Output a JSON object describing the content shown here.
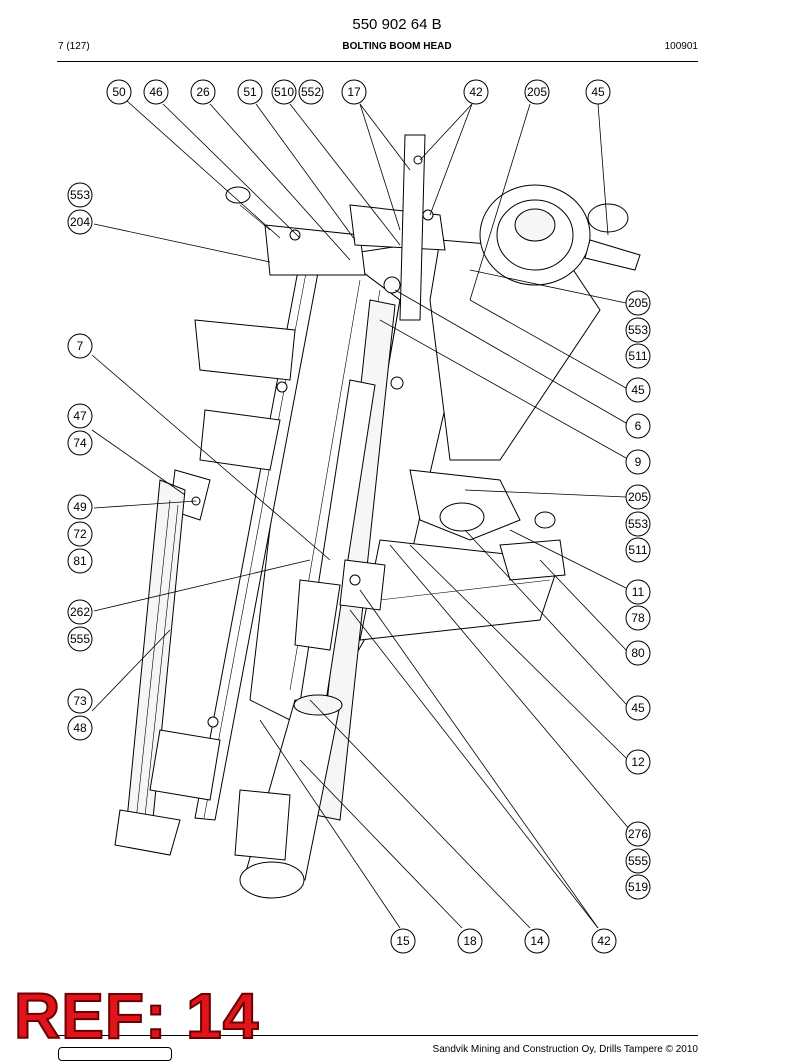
{
  "header": {
    "part_number": "550 902 64 B",
    "page": "7 (127)",
    "title": "BOLTING BOOM HEAD",
    "date_code": "100901"
  },
  "footer": {
    "copyright": "Sandvik Mining and Construction Oy, Drills Tampere © 2010"
  },
  "reference_stamp": "REF: 14",
  "callouts": {
    "top_row": [
      "50",
      "46",
      "26",
      "51",
      "510",
      "552",
      "17",
      "42",
      "205",
      "45"
    ],
    "left_column": [
      "553",
      "204",
      "7",
      "47",
      "74",
      "49",
      "72",
      "81",
      "262",
      "555",
      "73",
      "48"
    ],
    "right_column": [
      "205",
      "553",
      "511",
      "45",
      "6",
      "9",
      "205",
      "553",
      "511",
      "11",
      "78",
      "80",
      "45",
      "12",
      "276",
      "555",
      "519"
    ],
    "bottom_row": [
      "15",
      "18",
      "14",
      "42"
    ]
  }
}
